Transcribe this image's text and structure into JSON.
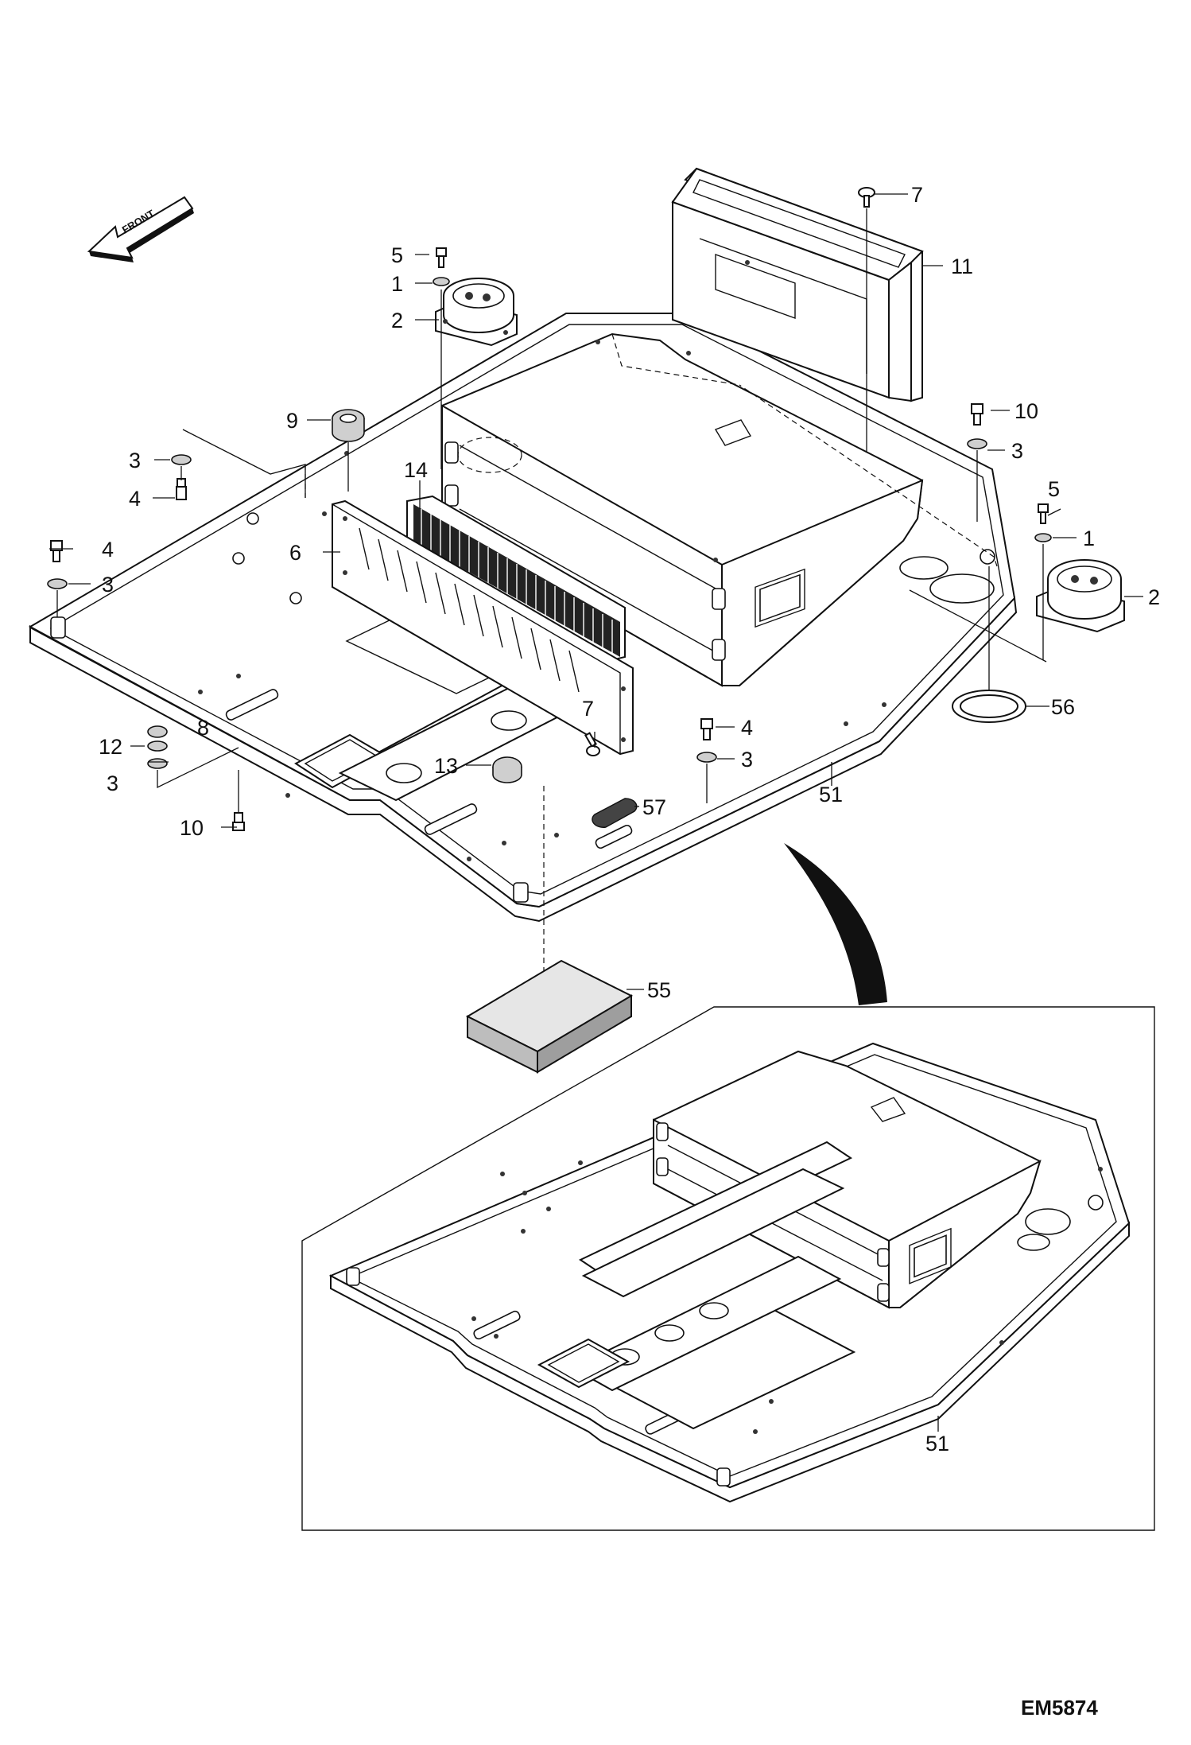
{
  "drawing_code": "EM5874",
  "front_arrow_label": "FRONT",
  "callouts": [
    {
      "id": "c5a",
      "text": "5"
    },
    {
      "id": "c1a",
      "text": "1"
    },
    {
      "id": "c2a",
      "text": "2"
    },
    {
      "id": "c9",
      "text": "9"
    },
    {
      "id": "c3a",
      "text": "3"
    },
    {
      "id": "c4a",
      "text": "4"
    },
    {
      "id": "c14",
      "text": "14"
    },
    {
      "id": "c4b",
      "text": "4"
    },
    {
      "id": "c6",
      "text": "6"
    },
    {
      "id": "c3b",
      "text": "3"
    },
    {
      "id": "c7a",
      "text": "7"
    },
    {
      "id": "c11",
      "text": "11"
    },
    {
      "id": "c10a",
      "text": "10"
    },
    {
      "id": "c3c",
      "text": "3"
    },
    {
      "id": "c5b",
      "text": "5"
    },
    {
      "id": "c1b",
      "text": "1"
    },
    {
      "id": "c2b",
      "text": "2"
    },
    {
      "id": "c56",
      "text": "56"
    },
    {
      "id": "c8",
      "text": "8"
    },
    {
      "id": "c12",
      "text": "12"
    },
    {
      "id": "c3d",
      "text": "3"
    },
    {
      "id": "c7b",
      "text": "7"
    },
    {
      "id": "c4c",
      "text": "4"
    },
    {
      "id": "c3e",
      "text": "3"
    },
    {
      "id": "c13",
      "text": "13"
    },
    {
      "id": "c57",
      "text": "57"
    },
    {
      "id": "c51a",
      "text": "51"
    },
    {
      "id": "c10b",
      "text": "10"
    },
    {
      "id": "c55",
      "text": "55"
    },
    {
      "id": "c51b",
      "text": "51"
    }
  ]
}
